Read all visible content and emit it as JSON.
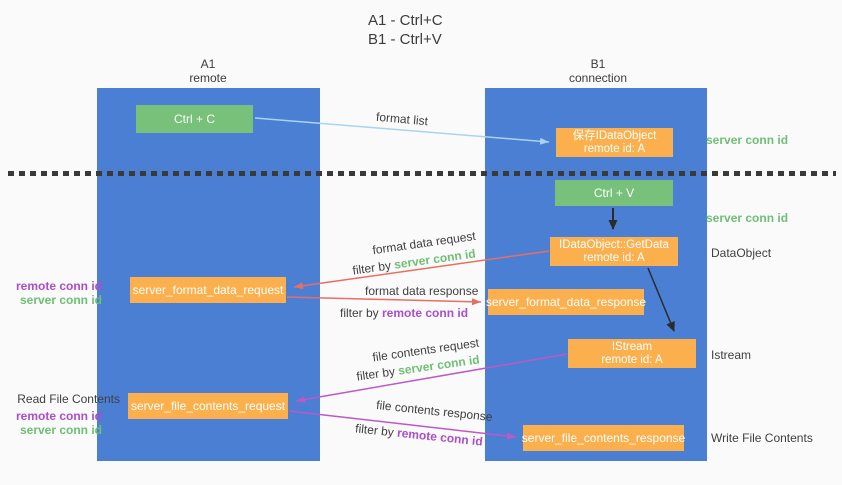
{
  "title": {
    "line1": "A1 - Ctrl+C",
    "line2": "B1 - Ctrl+V"
  },
  "lanes": {
    "a1": {
      "name": "A1",
      "subtitle": "remote"
    },
    "b1": {
      "name": "B1",
      "subtitle": "connection"
    }
  },
  "nodes": {
    "ctrl_c": "Ctrl + C",
    "ctrl_v": "Ctrl + V",
    "save_idataobject": {
      "line1": "保存IDataObject",
      "line2": "remote id: A"
    },
    "getdata": {
      "line1": "IDataObject::GetData",
      "line2": "remote id: A"
    },
    "istream": {
      "line1": "IStream",
      "line2": "remote id: A"
    },
    "server_format_data_request": "server_format_data_request",
    "server_format_data_response": "server_format_data_response",
    "server_file_contents_request": "server_file_contents_request",
    "server_file_contents_response": "server_file_contents_response"
  },
  "flows": {
    "format_list": {
      "label": "format list"
    },
    "format_request": {
      "label": "format data request",
      "filter_prefix": "filter by ",
      "filter_value": "server conn id"
    },
    "format_response": {
      "label": "format data response",
      "filter_prefix": "filter by ",
      "filter_value": "remote conn id"
    },
    "file_request": {
      "label": "file contents request",
      "filter_prefix": "filter by ",
      "filter_value": "server conn id"
    },
    "file_response": {
      "label": "file contents response",
      "filter_prefix": "filter by ",
      "filter_value": "remote conn id"
    }
  },
  "right_annotations": {
    "server_conn_top": "server conn id",
    "server_conn_mid": "server conn id",
    "dataobject": "DataObject",
    "istream": "Istream",
    "write_file": "Write File Contents"
  },
  "left_annotations": {
    "format": {
      "remote": "remote conn id",
      "server": "server conn id"
    },
    "file": {
      "heading": "Read File Contents",
      "remote": "remote conn id",
      "server": "server conn id"
    }
  },
  "colors": {
    "background": "#fafafa",
    "lane_blue": "#4a7fd4",
    "box_green": "#77c17a",
    "box_orange": "#fbb04d",
    "label_green": "#6fbf75",
    "label_purple": "#ab4fc8",
    "arrow_red": "#e96e62",
    "arrow_purple": "#bd59c5",
    "arrow_lightblue": "#a9d3ee",
    "arrow_black": "#2b2b2b",
    "text_dark": "#3f3f3f"
  }
}
